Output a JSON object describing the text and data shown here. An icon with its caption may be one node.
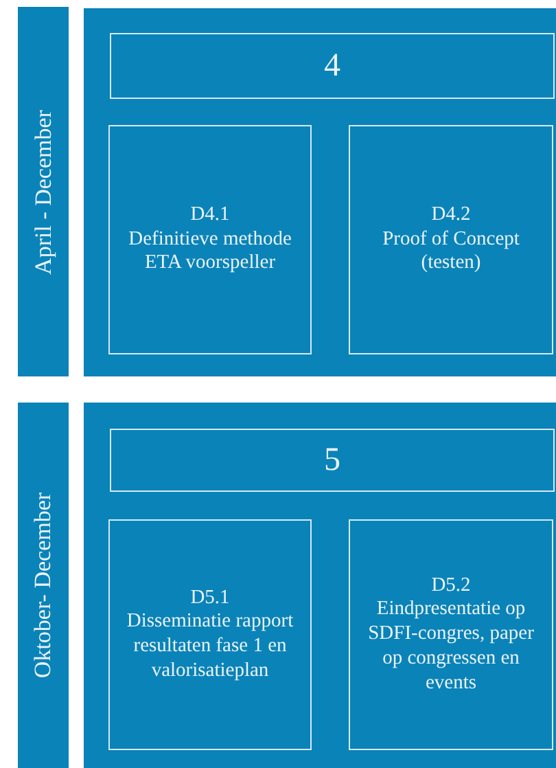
{
  "diagram": {
    "nodes": [
      {
        "text": [
          "April - December"
        ]
      },
      {
        "text": [],
        "shape": "box"
      },
      {
        "text": [
          "4"
        ],
        "in": 1
      },
      {
        "text": [
          "D4.1",
          "Definitieve methode ETA voorspeller"
        ],
        "in": 1
      },
      {
        "text": [
          "D4.2",
          "Proof of Concept (testen)"
        ],
        "in": 1
      },
      {
        "text": [
          "Oktober- December"
        ]
      },
      {
        "text": [],
        "shape": "box"
      },
      {
        "text": [
          "5"
        ],
        "in": 6
      },
      {
        "text": [
          "D5.1",
          "Disseminatie rapport resultaten fase 1 en valorisatieplan"
        ],
        "in": 6
      },
      {
        "text": [
          "D5.2",
          "Eindpresentatie op SDFI-congres, paper op congressen en events"
        ],
        "in": 6
      }
    ]
  }
}
